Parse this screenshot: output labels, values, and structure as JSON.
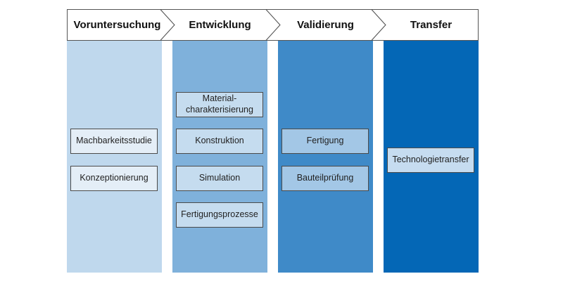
{
  "phases": [
    {
      "label": "Voruntersuchung"
    },
    {
      "label": "Entwicklung"
    },
    {
      "label": "Validierung"
    },
    {
      "label": "Transfer"
    }
  ],
  "columns": [
    {
      "fill": "#bfd8ed",
      "boxes": [
        "Machbarkeitsstudie",
        "Konzeptionierung"
      ]
    },
    {
      "fill": "#7fb1db",
      "boxes": [
        "Material-\ncharakterisierung",
        "Konstruktion",
        "Simulation",
        "Fertigungsprozesse"
      ]
    },
    {
      "fill": "#3f8ac8",
      "boxes": [
        "Fertigung",
        "Bauteilprüfung"
      ]
    },
    {
      "fill": "#0467b6",
      "boxes": [
        "Technologietransfer"
      ]
    }
  ]
}
